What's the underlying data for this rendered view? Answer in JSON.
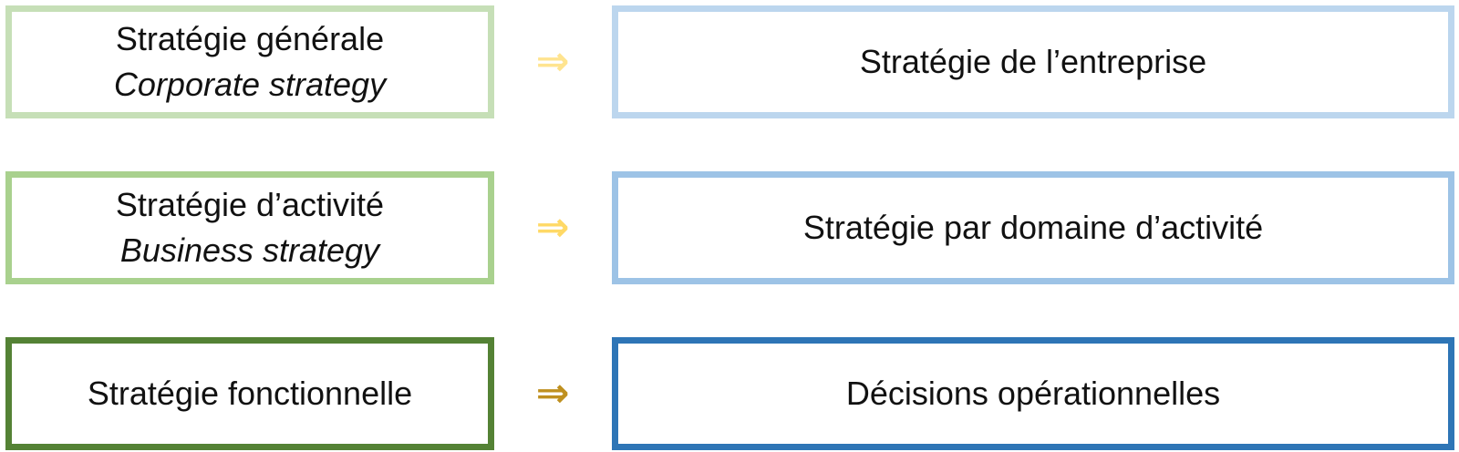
{
  "rows": [
    {
      "left": {
        "title": "Stratégie générale",
        "subtitle": "Corporate strategy"
      },
      "arrow": "⇒",
      "right": {
        "title": "Stratégie de l’entreprise"
      }
    },
    {
      "left": {
        "title": "Stratégie d’activité",
        "subtitle": "Business strategy"
      },
      "arrow": "⇒",
      "right": {
        "title": "Stratégie par domaine d’activité"
      }
    },
    {
      "left": {
        "title": "Stratégie fonctionnelle"
      },
      "arrow": "⇒",
      "right": {
        "title": "Décisions opérationnelles"
      }
    }
  ],
  "colors": {
    "green_light": "#c6dfb7",
    "green_medium": "#a9d18e",
    "green_dark": "#548235",
    "blue_light": "#bcd6ee",
    "blue_medium": "#9dc3e6",
    "blue_dark": "#2e75b6",
    "arrow_light": "#ffe48f",
    "arrow_medium": "#ffd966",
    "arrow_dark": "#bf9020"
  }
}
